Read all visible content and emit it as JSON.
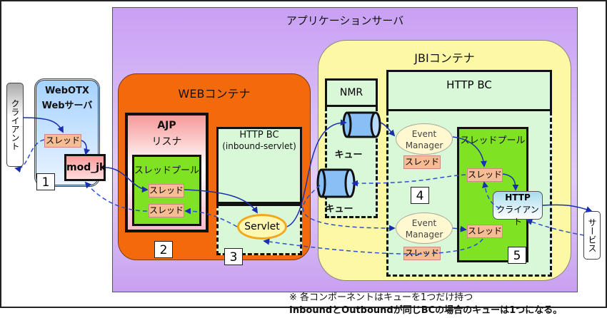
{
  "app_server": {
    "title": "アプリケーションサーバ"
  },
  "client": {
    "label": "クライアント"
  },
  "service": {
    "label": "サービス"
  },
  "webotx": {
    "title_line1": "WebOTX",
    "title_line2": "Webサーバ",
    "thread": "スレッド",
    "mod_jk": "mod_jk",
    "number": "1"
  },
  "web_container": {
    "title": "WEBコンテナ",
    "ajp": {
      "title": "AJP",
      "subtitle": "リスナ",
      "pool_label": "スレッドプール",
      "threads": [
        "スレッド",
        "スレッド"
      ],
      "number": "2"
    },
    "http_bc": {
      "title": "HTTP BC",
      "subtitle": "(inbound-servlet)",
      "servlet": "Servlet",
      "number": "3"
    }
  },
  "jbi_container": {
    "title": "JBIコンテナ",
    "nmr": {
      "title": "NMR",
      "queues": [
        "キュー",
        "キュー"
      ]
    },
    "http_bc": {
      "title": "HTTP BC",
      "event_managers": [
        {
          "line1": "Event",
          "line2": "Manager",
          "thread": "スレッド"
        },
        {
          "line1": "Event",
          "line2": "Manager",
          "thread": "スレッド"
        }
      ],
      "pool_label": "スレッドプール",
      "pool_threads": [
        "スレッド",
        "スレッド"
      ],
      "http_client": {
        "line1": "HTTP",
        "line2": "クライアント"
      },
      "numbers": [
        "4",
        "5"
      ]
    }
  },
  "notes": {
    "line1": "※ 各コンポーネントはキューを1つだけ持つ",
    "line2": "InboundとOutboundが同じBCの場合のキューは1つになる。"
  },
  "colors": {
    "flow_solid": "#1a2fb0",
    "flow_dashed": "#2a4fd0",
    "thread_fill": "#f7bc93",
    "pool_fill": "#7fe324"
  }
}
